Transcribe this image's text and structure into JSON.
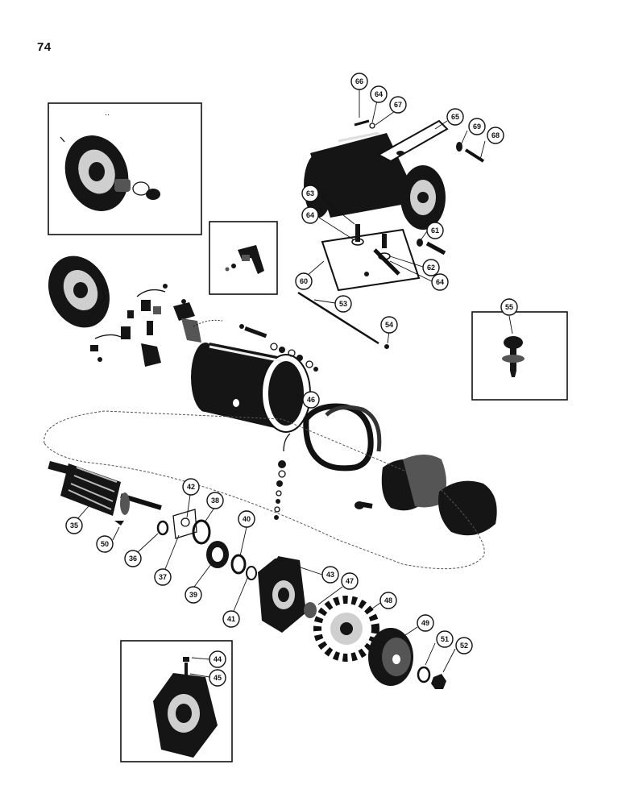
{
  "page": {
    "number": "74"
  },
  "callouts": [
    {
      "id": "c35",
      "label": "35"
    },
    {
      "id": "c36",
      "label": "36"
    },
    {
      "id": "c37",
      "label": "37"
    },
    {
      "id": "c38",
      "label": "38"
    },
    {
      "id": "c39",
      "label": "39"
    },
    {
      "id": "c40",
      "label": "40"
    },
    {
      "id": "c41",
      "label": "41"
    },
    {
      "id": "c42",
      "label": "42"
    },
    {
      "id": "c43",
      "label": "43"
    },
    {
      "id": "c44",
      "label": "44"
    },
    {
      "id": "c45",
      "label": "45"
    },
    {
      "id": "c46",
      "label": "46"
    },
    {
      "id": "c47",
      "label": "47"
    },
    {
      "id": "c48",
      "label": "48"
    },
    {
      "id": "c49",
      "label": "49"
    },
    {
      "id": "c50",
      "label": "50"
    },
    {
      "id": "c51",
      "label": "51"
    },
    {
      "id": "c52",
      "label": "52"
    },
    {
      "id": "c53",
      "label": "53"
    },
    {
      "id": "c54",
      "label": "54"
    },
    {
      "id": "c55",
      "label": "55"
    },
    {
      "id": "c60",
      "label": "60"
    },
    {
      "id": "c61",
      "label": "61"
    },
    {
      "id": "c62",
      "label": "62"
    },
    {
      "id": "c63",
      "label": "63"
    },
    {
      "id": "c64a",
      "label": "64"
    },
    {
      "id": "c64b",
      "label": "64"
    },
    {
      "id": "c64c",
      "label": "64"
    },
    {
      "id": "c65",
      "label": "65"
    },
    {
      "id": "c66",
      "label": "66"
    },
    {
      "id": "c67",
      "label": "67"
    },
    {
      "id": "c68",
      "label": "68"
    },
    {
      "id": "c69",
      "label": "69"
    }
  ]
}
